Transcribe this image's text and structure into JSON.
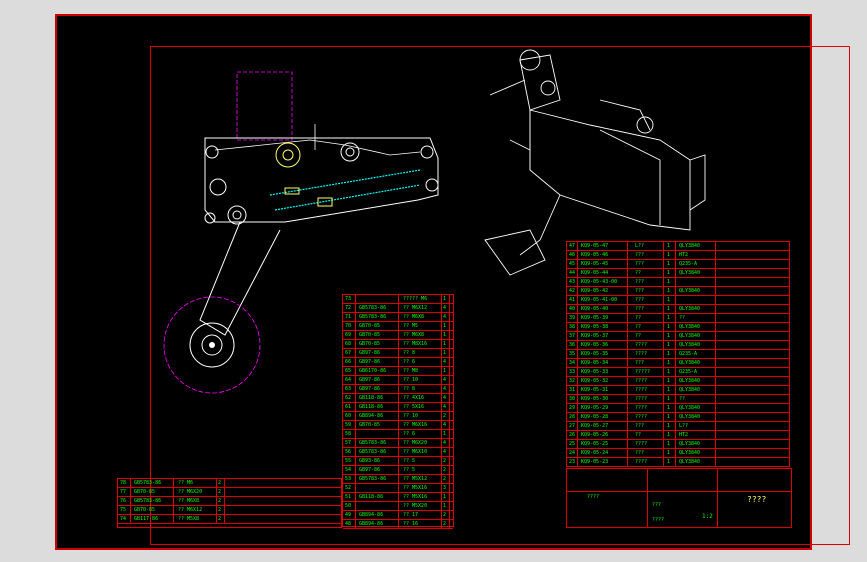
{
  "title_block": {
    "name": "????",
    "scale": "1:2",
    "sheet_word": "????",
    "misc1": "????",
    "misc2": "???"
  },
  "right_parts": [
    {
      "no": "47",
      "code": "KQ9-05-47",
      "name": "L??",
      "q": "1",
      "m": "QLY3840"
    },
    {
      "no": "46",
      "code": "KQ9-05-46",
      "name": "???",
      "q": "1",
      "m": "HT2"
    },
    {
      "no": "45",
      "code": "KQ9-05-45",
      "name": "???",
      "q": "1",
      "m": "Q235-A"
    },
    {
      "no": "44",
      "code": "KQ9-05-44",
      "name": "??",
      "q": "1",
      "m": "QLY3840"
    },
    {
      "no": "43",
      "code": "KQ9-05-43-00",
      "name": "???",
      "q": "1",
      "m": ""
    },
    {
      "no": "42",
      "code": "KQ9-05-42",
      "name": "???",
      "q": "1",
      "m": "QLY3840"
    },
    {
      "no": "41",
      "code": "KQ9-05-41-00",
      "name": "???",
      "q": "1",
      "m": ""
    },
    {
      "no": "40",
      "code": "KQ9-05-40",
      "name": "???",
      "q": "1",
      "m": "QLY3840"
    },
    {
      "no": "39",
      "code": "KQ9-05-39",
      "name": "??",
      "q": "1",
      "m": "??"
    },
    {
      "no": "38",
      "code": "KQ9-05-38",
      "name": "??",
      "q": "1",
      "m": "QLY3840"
    },
    {
      "no": "37",
      "code": "KQ9-05-37",
      "name": "??",
      "q": "1",
      "m": "QLY3840"
    },
    {
      "no": "36",
      "code": "KQ9-05-36",
      "name": "????",
      "q": "1",
      "m": "QLY3840"
    },
    {
      "no": "35",
      "code": "KQ9-05-35",
      "name": "????",
      "q": "1",
      "m": "Q235-A"
    },
    {
      "no": "34",
      "code": "KQ9-05-34",
      "name": "???",
      "q": "1",
      "m": "QLY3840"
    },
    {
      "no": "33",
      "code": "KQ9-05-33",
      "name": "?????",
      "q": "1",
      "m": "Q235-A"
    },
    {
      "no": "32",
      "code": "KQ9-05-32",
      "name": "????",
      "q": "1",
      "m": "QLY3840"
    },
    {
      "no": "31",
      "code": "KQ9-05-31",
      "name": "????",
      "q": "1",
      "m": "QLY3840"
    },
    {
      "no": "30",
      "code": "KQ9-05-30",
      "name": "????",
      "q": "1",
      "m": "??"
    },
    {
      "no": "29",
      "code": "KQ9-05-29",
      "name": "????",
      "q": "1",
      "m": "QLY3840"
    },
    {
      "no": "28",
      "code": "KQ9-05-28",
      "name": "????",
      "q": "1",
      "m": "QLY3840"
    },
    {
      "no": "27",
      "code": "KQ9-05-27",
      "name": "???",
      "q": "1",
      "m": "L??"
    },
    {
      "no": "26",
      "code": "KQ9-05-26",
      "name": "??",
      "q": "1",
      "m": "HT2"
    },
    {
      "no": "25",
      "code": "KQ9-05-25",
      "name": "????",
      "q": "1",
      "m": "QLY3840"
    },
    {
      "no": "24",
      "code": "KQ9-05-24",
      "name": "???",
      "q": "1",
      "m": "QLY3840"
    },
    {
      "no": "23",
      "code": "KQ9-05-23",
      "name": "????",
      "q": "1",
      "m": "QLY3840"
    }
  ],
  "middle_parts": [
    {
      "no": "73",
      "code": "",
      "name": "????? M6",
      "q": "1"
    },
    {
      "no": "72",
      "code": "GB5783-86",
      "name": "?? M6X12",
      "q": "4"
    },
    {
      "no": "71",
      "code": "GB5783-86",
      "name": "?? M6X8",
      "q": "4"
    },
    {
      "no": "70",
      "code": "GB70-85",
      "name": "?? M5",
      "q": "1"
    },
    {
      "no": "69",
      "code": "GB70-85",
      "name": "?? M6X8",
      "q": "1"
    },
    {
      "no": "68",
      "code": "GB70-85",
      "name": "?? M8X16",
      "q": "1"
    },
    {
      "no": "67",
      "code": "GB97-86",
      "name": "?? 8",
      "q": "1"
    },
    {
      "no": "66",
      "code": "GB97-86",
      "name": "?? 6",
      "q": "4"
    },
    {
      "no": "65",
      "code": "GB6170-86",
      "name": "?? M8",
      "q": "1"
    },
    {
      "no": "64",
      "code": "GB97-86",
      "name": "?? 10",
      "q": "4"
    },
    {
      "no": "63",
      "code": "GB97-86",
      "name": "?? 8",
      "q": "4"
    },
    {
      "no": "62",
      "code": "GB118-86",
      "name": "?? 4X16",
      "q": "4"
    },
    {
      "no": "61",
      "code": "GB118-86",
      "name": "?? 5X16",
      "q": "4"
    },
    {
      "no": "60",
      "code": "GB894-86",
      "name": "?? 10",
      "q": "2"
    },
    {
      "no": "59",
      "code": "GB70-85",
      "name": "?? M6X16",
      "q": "4"
    },
    {
      "no": "58",
      "code": "",
      "name": "?? 6",
      "q": "1"
    },
    {
      "no": "57",
      "code": "GB5783-86",
      "name": "?? M6X20",
      "q": "4"
    },
    {
      "no": "56",
      "code": "GB5783-86",
      "name": "?? M6X10",
      "q": "4"
    },
    {
      "no": "55",
      "code": "GB93-86",
      "name": "?? 5",
      "q": "2"
    },
    {
      "no": "54",
      "code": "GB97-86",
      "name": "?? 5",
      "q": "2"
    },
    {
      "no": "53",
      "code": "GB5783-86",
      "name": "?? M5X12",
      "q": "2"
    },
    {
      "no": "52",
      "code": "",
      "name": "?? M5X16",
      "q": "3"
    },
    {
      "no": "51",
      "code": "GB118-86",
      "name": "?? M5X16",
      "q": "1"
    },
    {
      "no": "50",
      "code": "",
      "name": "?? M5X20",
      "q": "1"
    },
    {
      "no": "49",
      "code": "GB894-86",
      "name": "?? 17",
      "q": "2"
    },
    {
      "no": "48",
      "code": "GB894-86",
      "name": "?? 16",
      "q": "2"
    }
  ],
  "left_parts": [
    {
      "no": "78",
      "code": "GB5783-86",
      "name": "?? M6",
      "q": "2"
    },
    {
      "no": "77",
      "code": "GB70-85",
      "name": "?? M6X20",
      "q": "2"
    },
    {
      "no": "76",
      "code": "GB5783-86",
      "name": "?? M6X8",
      "q": "2"
    },
    {
      "no": "75",
      "code": "GB70-85",
      "name": "?? M6X12",
      "q": "2"
    },
    {
      "no": "74",
      "code": "GB117-86",
      "name": "?? M5X8",
      "q": "2"
    }
  ],
  "colors": {
    "frame": "#d00000",
    "text": "#00ff00",
    "drawing": "#ffffff",
    "center": "#ff00ff",
    "spring": "#00ffff"
  }
}
